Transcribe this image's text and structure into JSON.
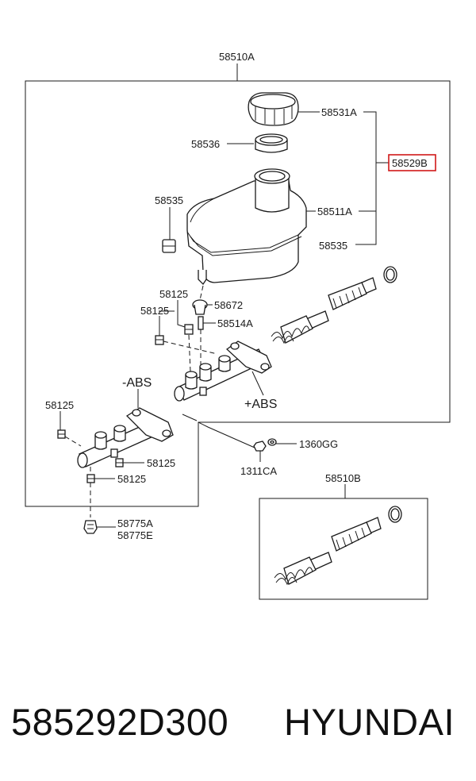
{
  "labels": {
    "assembly_top": "58510A",
    "cap": "58531A",
    "seal": "58536",
    "kit": "58529B",
    "grommet_left": "58535",
    "reservoir": "58511A",
    "grommet_right": "58535",
    "bolt_a": "58125",
    "bolt_b": "58125",
    "grommet_port": "58672",
    "pin": "58514A",
    "abs_minus": "-ABS",
    "abs_plus": "+ABS",
    "bolt_c": "58125",
    "bolt_d": "58125",
    "bolt_e": "58125",
    "nut_a": "1360GG",
    "nut_b": "1311CA",
    "bleeder_a": "58775A",
    "bleeder_b": "58775E",
    "assembly_bottom": "58510B"
  },
  "footer": {
    "part_number": "585292D300",
    "brand": "HYUNDAI"
  },
  "colors": {
    "line": "#1a1a1a",
    "highlight": "#d01818",
    "background": "#ffffff"
  }
}
